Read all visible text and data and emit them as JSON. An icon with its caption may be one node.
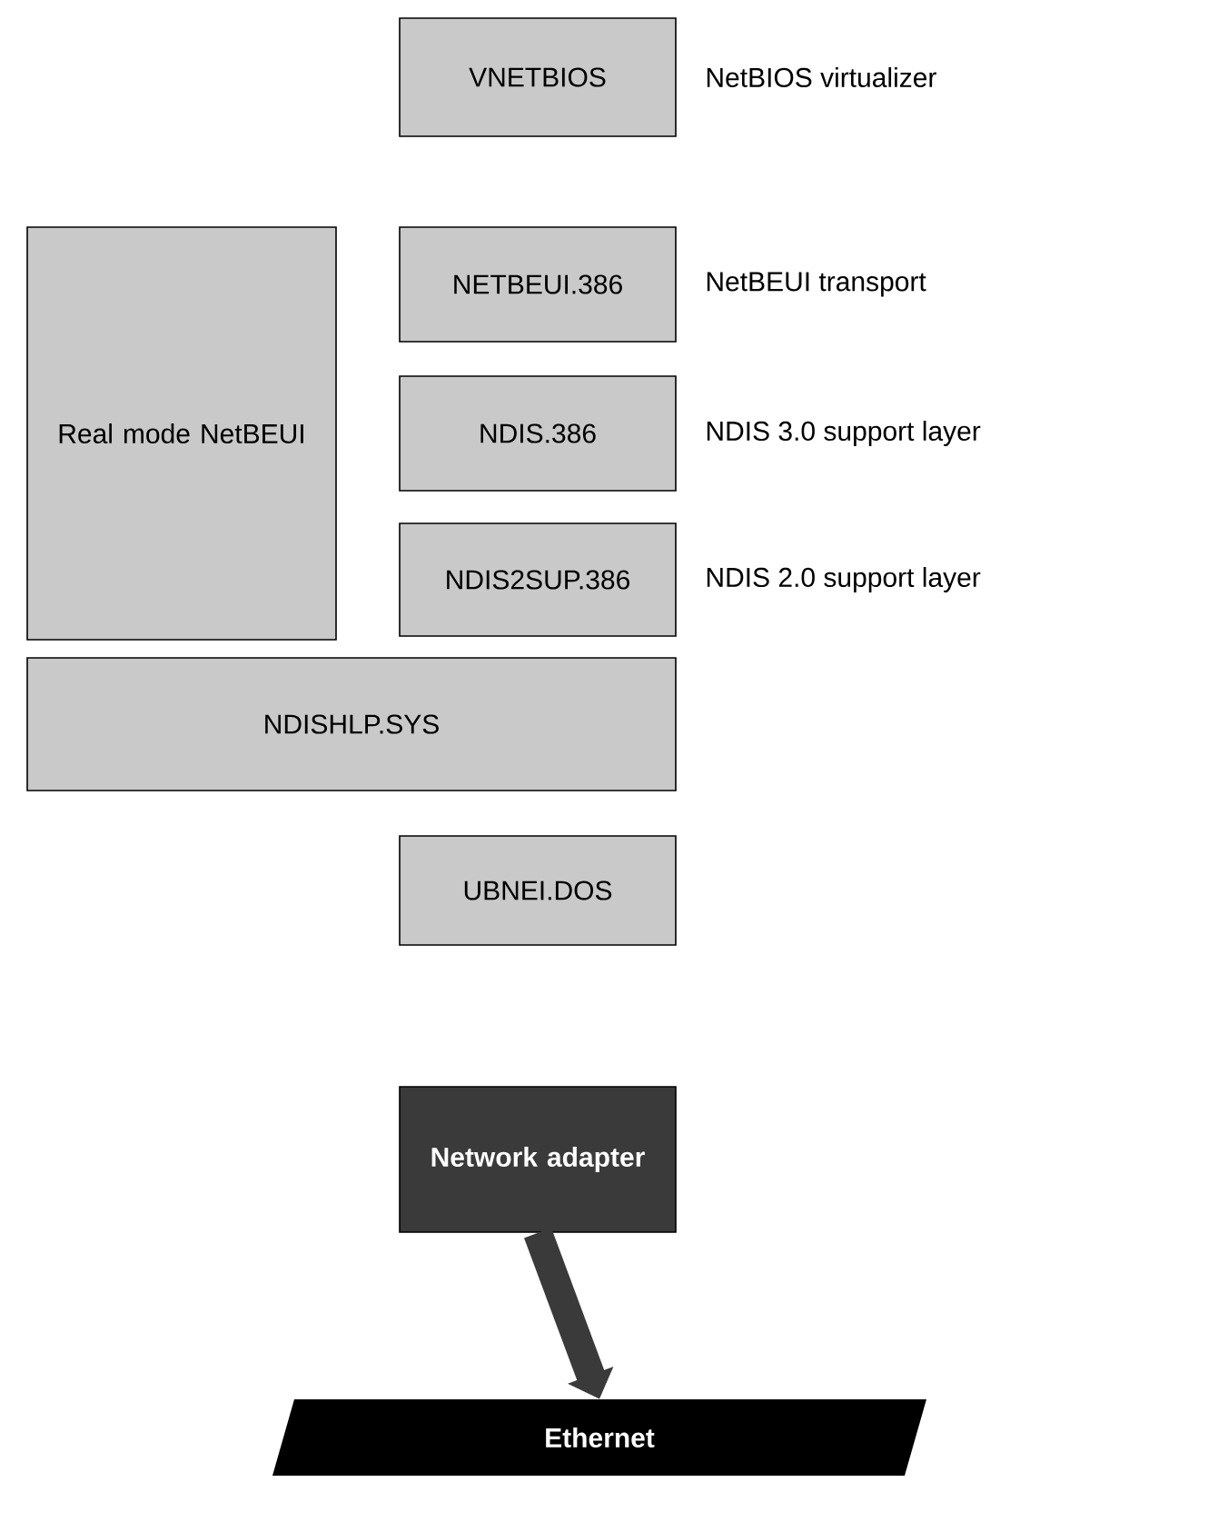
{
  "diagram": {
    "nodes": [
      {
        "text": [
          "VNETBIOS"
        ],
        "beside": [
          "NetBIOS virtualizer"
        ]
      },
      {
        "text": [
          "Real mode NetBEUI"
        ]
      },
      {
        "text": [
          "NETBEUI.386"
        ],
        "beside": [
          "NetBEUI transport"
        ]
      },
      {
        "text": [
          "NDIS.386"
        ],
        "beside": [
          "NDIS 3.0 support layer"
        ]
      },
      {
        "text": [
          "NDIS2SUP.386"
        ],
        "beside": [
          "NDIS 2.0 support layer"
        ]
      },
      {
        "text": [
          "NDISHLP.SYS"
        ]
      },
      {
        "text": [
          "UBNEI.DOS"
        ]
      },
      {
        "text": [
          "Network adapter"
        ]
      },
      {
        "text": [
          "Ethernet"
        ]
      }
    ],
    "edges": [
      {
        "from": 7,
        "to": 8,
        "arrow": "to"
      }
    ]
  }
}
